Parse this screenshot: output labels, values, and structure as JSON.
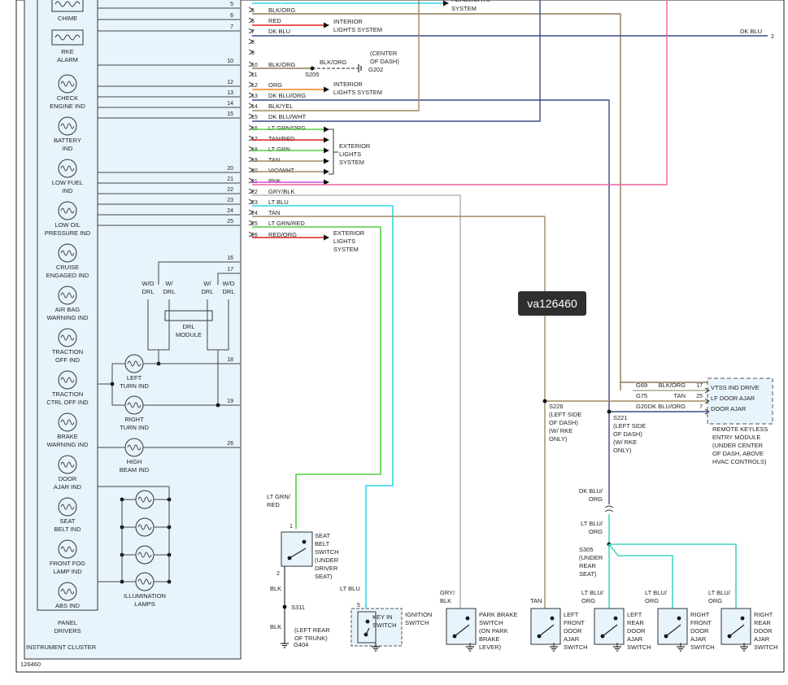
{
  "watermark": "va126460",
  "figure_number": "126460",
  "cluster": {
    "title": "INSTRUMENT CLUSTER",
    "drivers_label": "PANEL\nDRIVERS",
    "indicators": [
      "CHIME",
      "RKE\nALARM",
      "CHECK\nENGINE IND",
      "BATTERY\nIND",
      "LOW FUEL\nIND",
      "LOW OIL\nPRESSURE IND",
      "CRUISE\nENGAGED IND",
      "AIR BAG\nWARNING IND",
      "TRACTION\nOFF IND",
      "TRACTION\nCTRL OFF IND",
      "BRAKE\nWARNING IND",
      "DOOR\nAJAR IND",
      "SEAT\nBELT IND",
      "FRONT FOG\nLAMP IND",
      "ABS IND"
    ],
    "right_indicators": [
      "LEFT\nTURN IND",
      "RIGHT\nTURN IND",
      "HIGH\nBEAM IND"
    ],
    "illumination_label": "ILLUMINATION\nLAMPS",
    "drl_module": "DRL\nMODULE",
    "drl_options": [
      "W/O\nDRL",
      "W/\nDRL",
      "W/\nDRL",
      "W/O\nDRL"
    ],
    "internal_pins": [
      "5",
      "6",
      "7",
      "10",
      "12",
      "13",
      "14",
      "15",
      "20",
      "21",
      "22",
      "23",
      "24",
      "25",
      "16",
      "17",
      "18",
      "19",
      "26"
    ]
  },
  "connector_pins": [
    {
      "pin": "5",
      "color": "BLK/ORG"
    },
    {
      "pin": "6",
      "color": "RED"
    },
    {
      "pin": "7",
      "color": "DK BLU"
    },
    {
      "pin": "8",
      "color": ""
    },
    {
      "pin": "9",
      "color": ""
    },
    {
      "pin": "10",
      "color": "BLK/ORG"
    },
    {
      "pin": "11",
      "color": ""
    },
    {
      "pin": "12",
      "color": "ORG"
    },
    {
      "pin": "13",
      "color": "DK BLU/ORG"
    },
    {
      "pin": "14",
      "color": "BLK/YEL"
    },
    {
      "pin": "15",
      "color": "DK BLU/WHT"
    },
    {
      "pin": "16",
      "color": "LT GRN/ORG"
    },
    {
      "pin": "17",
      "color": "TAN/RED"
    },
    {
      "pin": "18",
      "color": "LT GRN"
    },
    {
      "pin": "19",
      "color": "TAN"
    },
    {
      "pin": "20",
      "color": "VIO/WHT"
    },
    {
      "pin": "21",
      "color": "PNK"
    },
    {
      "pin": "22",
      "color": "GRY/BLK"
    },
    {
      "pin": "23",
      "color": "LT BLU"
    },
    {
      "pin": "24",
      "color": "TAN"
    },
    {
      "pin": "25",
      "color": "LT GRN/RED"
    },
    {
      "pin": "26",
      "color": "RED/ORG"
    }
  ],
  "system_labels": {
    "headlights": "HEADLIGHTS\nSYSTEM",
    "interior1": "INTERIOR\nLIGHTS SYSTEM",
    "interior2": "INTERIOR\nLIGHTS SYSTEM",
    "exterior1": "EXTERIOR\nLIGHTS\nSYSTEM",
    "exterior2": "EXTERIOR\nLIGHTS\nSYSTEM"
  },
  "ground_g202": {
    "splice": "S205",
    "wire": "BLK/ORG",
    "ground": "G202",
    "location": "(CENTER\nOF DASH)"
  },
  "dk_blu_right": {
    "color": "DK BLU",
    "pin": "2"
  },
  "rke_module": {
    "pins": [
      {
        "conn": "G69",
        "color": "BLK/ORG",
        "pin": "17",
        "function": "VTSS IND DRIVE"
      },
      {
        "conn": "G75",
        "color": "TAN",
        "pin": "25",
        "function": "LF DOOR AJAR"
      },
      {
        "conn": "G20",
        "color": "DK BLU/ORG",
        "pin": "7",
        "function": "DOOR AJAR"
      }
    ],
    "description": "REMOTE KEYLESS\nENTRY MODULE\n(UNDER CENTER\nOF DASH, ABOVE\nHVAC CONTROLS)"
  },
  "splices": {
    "s226": "S226\n(LEFT SIDE\nOF DASH)\n(W/ RKE\nONLY)",
    "s221": "S221\n(LEFT SIDE\nOF DASH)\n(W/ RKE\nONLY)",
    "s305": "S305\n(UNDER\nREAR\nSEAT)",
    "s311": "S311"
  },
  "lower": {
    "seat_wire": "LT GRN/\nRED",
    "seat_pin_top": "1",
    "seat_pin_bottom": "2",
    "seat_switch": "SEAT\nBELT\nSWITCH\n(UNDER\nDRIVER\nSEAT)",
    "blk1": "BLK",
    "blk2": "BLK",
    "g404": "G404",
    "g404_location": "(LEFT REAR\nOF TRUNK)",
    "key_wire": "LT BLU",
    "key_pin": "5",
    "key_switch": "KEY IN\nSWITCH",
    "ignition_switch": "IGNITION\nSWITCH",
    "park_wire": "GRY/\nBLK",
    "park_switch": "PARK BRAKE\nSWITCH\n(ON PARK\nBRAKE\nLEVER)",
    "tan_wire": "TAN",
    "dkbluorg": "DK BLU/\nORG",
    "ltbluorg_top": "LT BLU/\nORG",
    "ltbluorg": [
      "LT BLU/\nORG",
      "LT BLU/\nORG",
      "LT BLU/\nORG"
    ],
    "door_switches": [
      "LEFT\nFRONT\nDOOR\nAJAR\nSWITCH",
      "LEFT\nREAR\nDOOR\nAJAR\nSWITCH",
      "RIGHT\nFRONT\nDOOR\nAJAR\nSWITCH",
      "RIGHT\nREAR\nDOOR\nAJAR\nSWITCH"
    ]
  },
  "wire_colors": {
    "blk_org": "#8b7b55",
    "red": "#e02020",
    "dk_blu": "#3a4a8a",
    "org": "#f08020",
    "ltgrn": "#52d040",
    "ltblu": "#30d8e8",
    "pnk": "#f060a0",
    "gry": "#b8b8b8",
    "tan": "#a08a62",
    "vio": "#d050e0",
    "teal": "#40d8c0",
    "blk": "#333333"
  }
}
